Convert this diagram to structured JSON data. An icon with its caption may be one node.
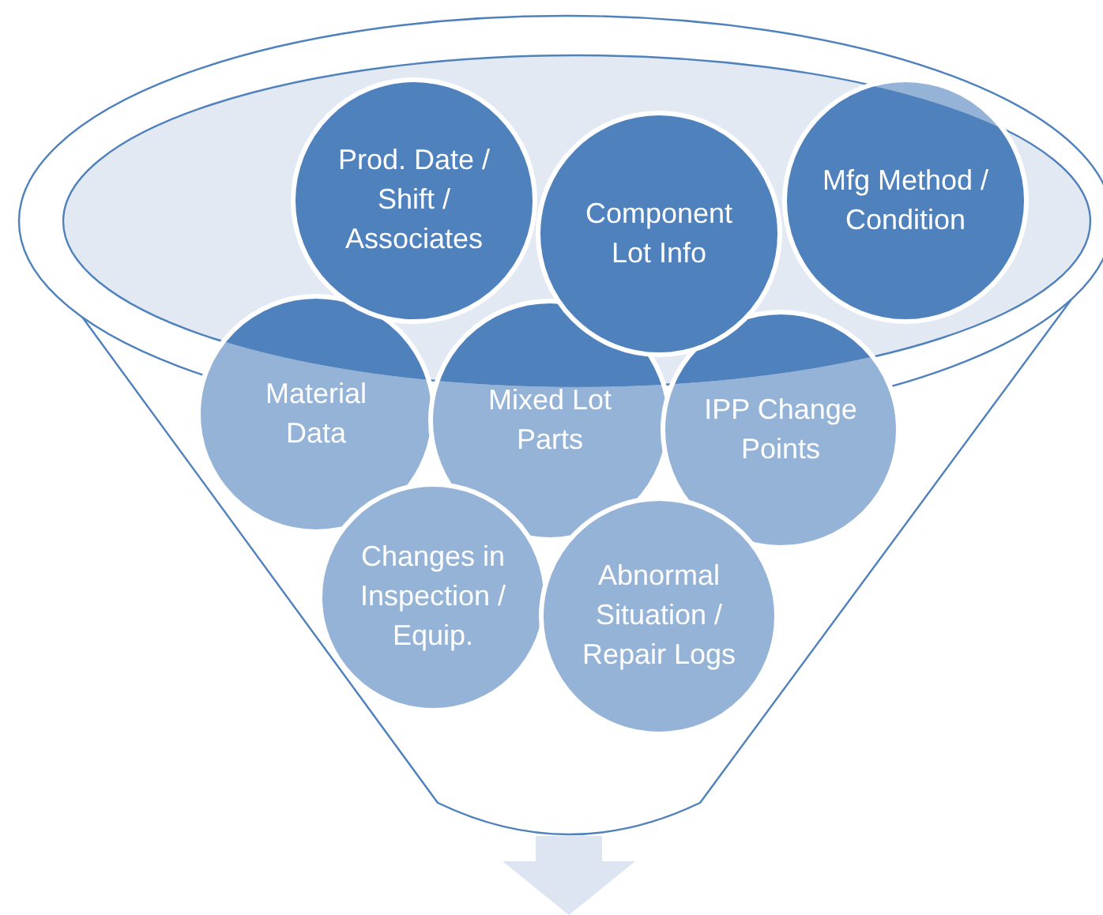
{
  "diagram": {
    "nodes": [
      {
        "text": [],
        "shape": "funnel"
      },
      {
        "text": [
          "Prod. Date / Shift / Associates"
        ]
      },
      {
        "text": [
          "Component Lot Info"
        ]
      },
      {
        "text": [
          "Mfg Method / Condition"
        ]
      },
      {
        "text": [
          "Material Data"
        ],
        "in": 0
      },
      {
        "text": [
          "Mixed Lot Parts"
        ],
        "in": 0
      },
      {
        "text": [
          "IPP Change Points"
        ],
        "in": 0
      },
      {
        "text": [
          "Changes in Inspection / Equip."
        ],
        "in": 0
      },
      {
        "text": [
          "Abnormal Situation / Repair Logs"
        ],
        "in": 0
      },
      {
        "text": [],
        "shape": "arrow"
      }
    ]
  }
}
